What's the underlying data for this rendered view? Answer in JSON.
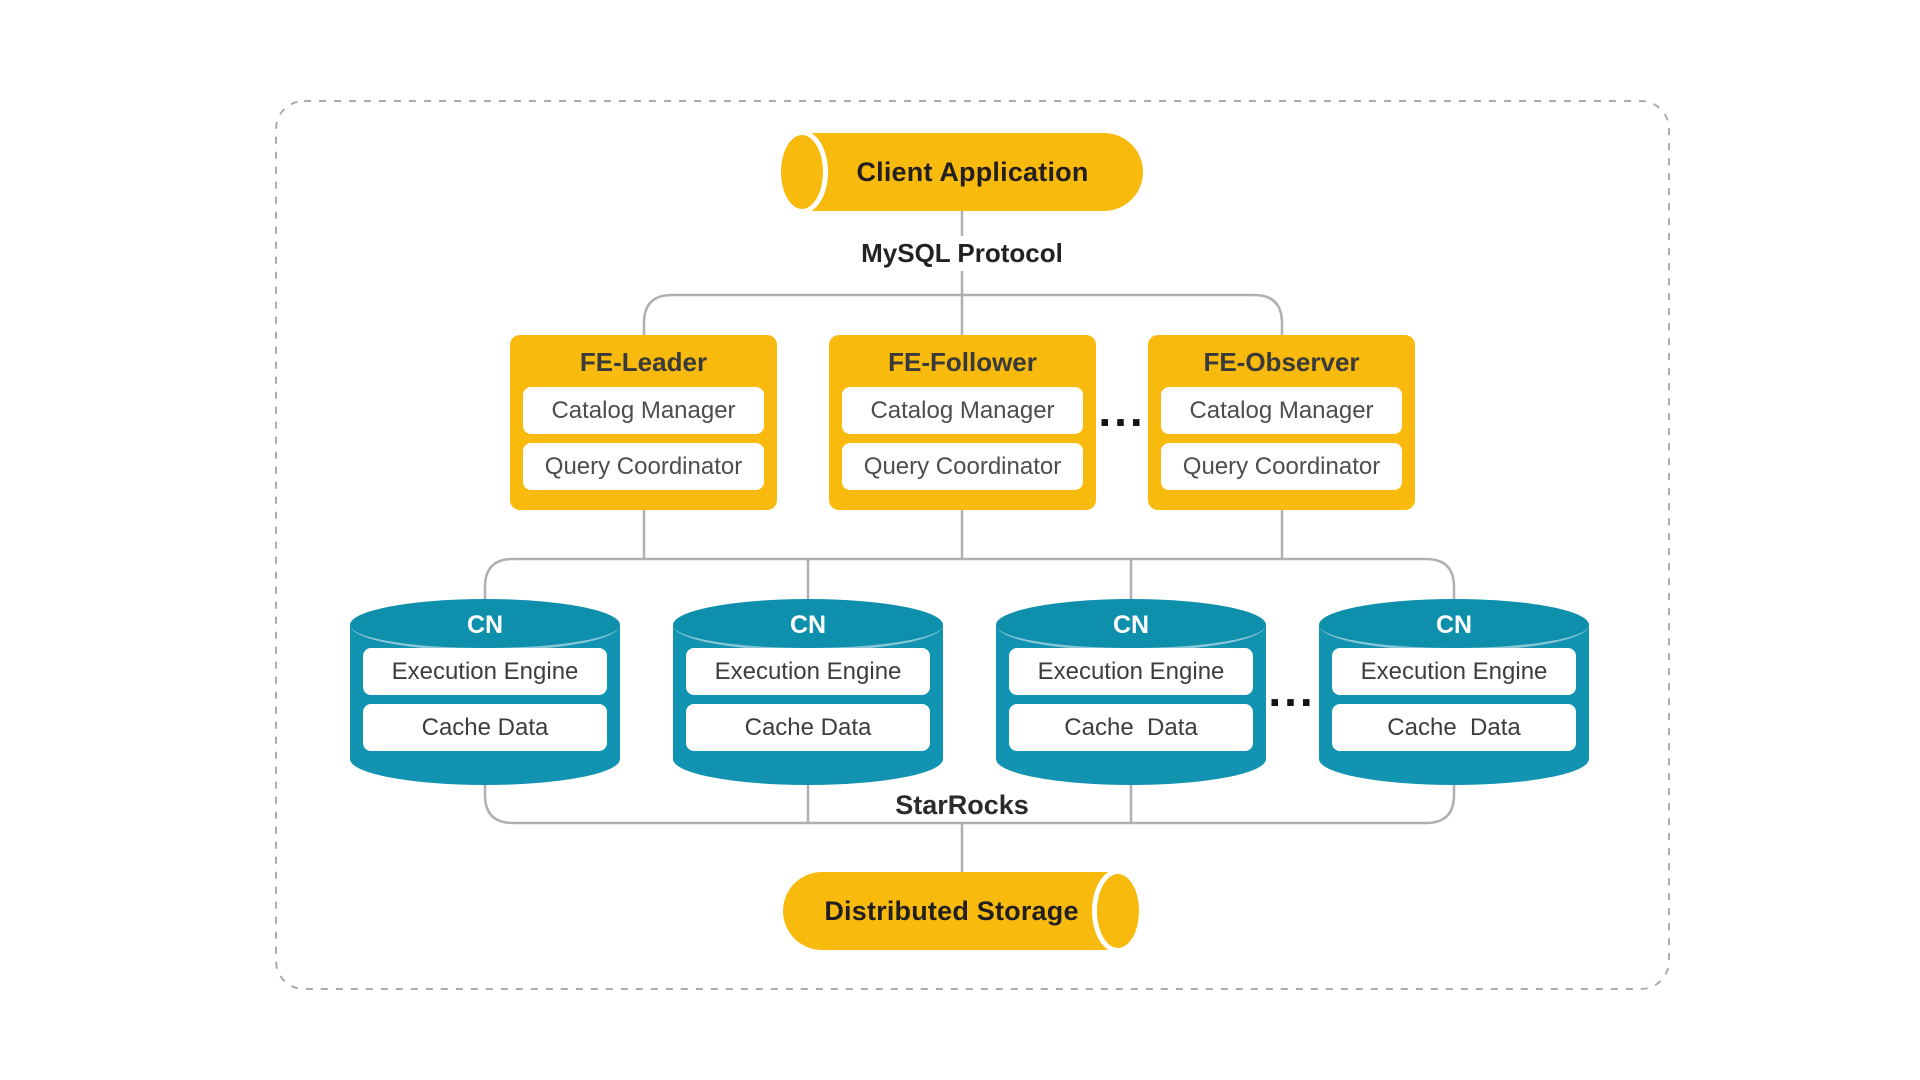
{
  "diagram": {
    "client": {
      "label": "Client Application"
    },
    "protocol_label": "MySQL Protocol",
    "fe_nodes": [
      {
        "title": "FE-Leader",
        "components": [
          "Catalog Manager",
          "Query Coordinator"
        ]
      },
      {
        "title": "FE-Follower",
        "components": [
          "Catalog Manager",
          "Query Coordinator"
        ]
      },
      {
        "title": "FE-Observer",
        "components": [
          "Catalog Manager",
          "Query Coordinator"
        ]
      }
    ],
    "fe_ellipsis": "...",
    "cn_nodes": [
      {
        "title": "CN",
        "components": [
          "Execution Engine",
          "Cache Data"
        ]
      },
      {
        "title": "CN",
        "components": [
          "Execution Engine",
          "Cache Data"
        ]
      },
      {
        "title": "CN",
        "components": [
          "Execution Engine",
          "Cache  Data"
        ]
      },
      {
        "title": "CN",
        "components": [
          "Execution Engine",
          "Cache  Data"
        ]
      }
    ],
    "cn_ellipsis": "...",
    "group_label": "StarRocks",
    "storage": {
      "label": "Distributed Storage"
    },
    "colors": {
      "node_yellow": "#F8BA0D",
      "node_teal": "#1193B1",
      "node_teal_cap": "#0E8FAC",
      "connector_gray": "#B0B0B0",
      "border_dash_gray": "#ACACAC",
      "label_dark": "#231F20",
      "component_text_gray": "#4D4D4D"
    }
  }
}
